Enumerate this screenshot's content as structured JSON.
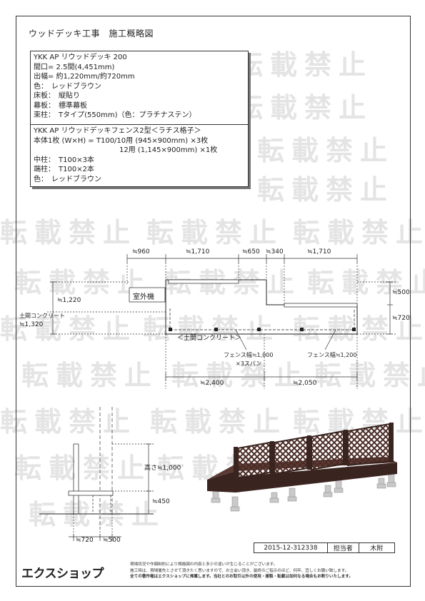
{
  "title": "ウッドデッキ工事　施工概略図",
  "spec1": [
    "YKK AP リウッドデッキ 200",
    "間口= 2.5間(4,451mm)",
    "出幅= 約1,220mm/約720mm",
    "色：　レッドブラウン",
    "床板：　縦貼り",
    "幕板：　標準幕板",
    "束柱：　Tタイプ(550mm)（色：プラチナステン）"
  ],
  "spec2": [
    "YKK AP リウッドデッキフェンス2型＜ラチス格子＞",
    "本体1枚 (W×H) = T100/10用 (945×900mm) ×3枚",
    "　　　　　　　　　　　　12用 (1,145×900mm) ×1枚",
    "中柱：　T100×3本",
    "端柱：　T100×2本",
    "色：　レッドブラウン"
  ],
  "watermark": "転載禁止",
  "plan": {
    "dim_top": [
      "≒960",
      "≒1,710",
      "≒650",
      "≒340",
      "≒1,710"
    ],
    "dim_left": "≒1,220",
    "dim_right_top": "≒500",
    "dim_right_bottom": "≒720",
    "dim_bottom": [
      "≒2,400",
      "≒2,050"
    ],
    "outdoor_unit": "室外機",
    "concrete_left_1": "土間コンクリート",
    "concrete_left_2": "≒1,320",
    "concrete_label": "＜土間コンクリート＞",
    "fence_1": "フェンス幅≒1,000",
    "fence_1b": "×3スパン",
    "fence_2": "フェンス幅≒1,200"
  },
  "elevation": {
    "height": "高さ≒1,000",
    "deck_height": "≒450",
    "dim_a": "≒720",
    "dim_b": "≒500"
  },
  "footer": {
    "doc_id": "2015-12-312338",
    "person_label": "担当者",
    "person": "木附",
    "logo": "エクスショップ",
    "notes": [
      "現場状況や作図制約により規格図の内容と多少の違いが生じることがございます。",
      "施工時は、現場優先とさせて頂きたく思いますので、お立会い頂き、最終のご指示のほど、何卒、宜しくお願い致します。",
      "全ての著作権はエクスショップに帰属します。当社とのお取引以外の使用・複製・転載は如何なる場合もお断りいたします。"
    ]
  },
  "colors": {
    "deck": "#3a2420",
    "lattice": "#4a2b25",
    "post": "#bfbfbf"
  }
}
